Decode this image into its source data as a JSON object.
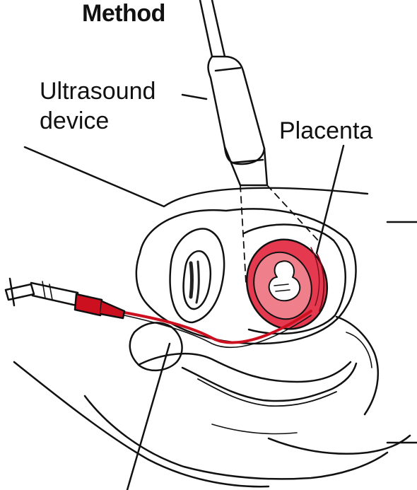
{
  "figure": {
    "title": "Method",
    "labels": {
      "ultrasound_line1": "Ultrasound",
      "ultrasound_line2": "device",
      "placenta": "Placenta"
    }
  },
  "colors": {
    "outline": "#111111",
    "placenta_fill": "#e53950",
    "sac_fill": "#f07f8c",
    "catheter": "#cc1020",
    "background": "#ffffff"
  },
  "icons": [
    "syringe-icon",
    "ultrasound-probe-icon"
  ]
}
